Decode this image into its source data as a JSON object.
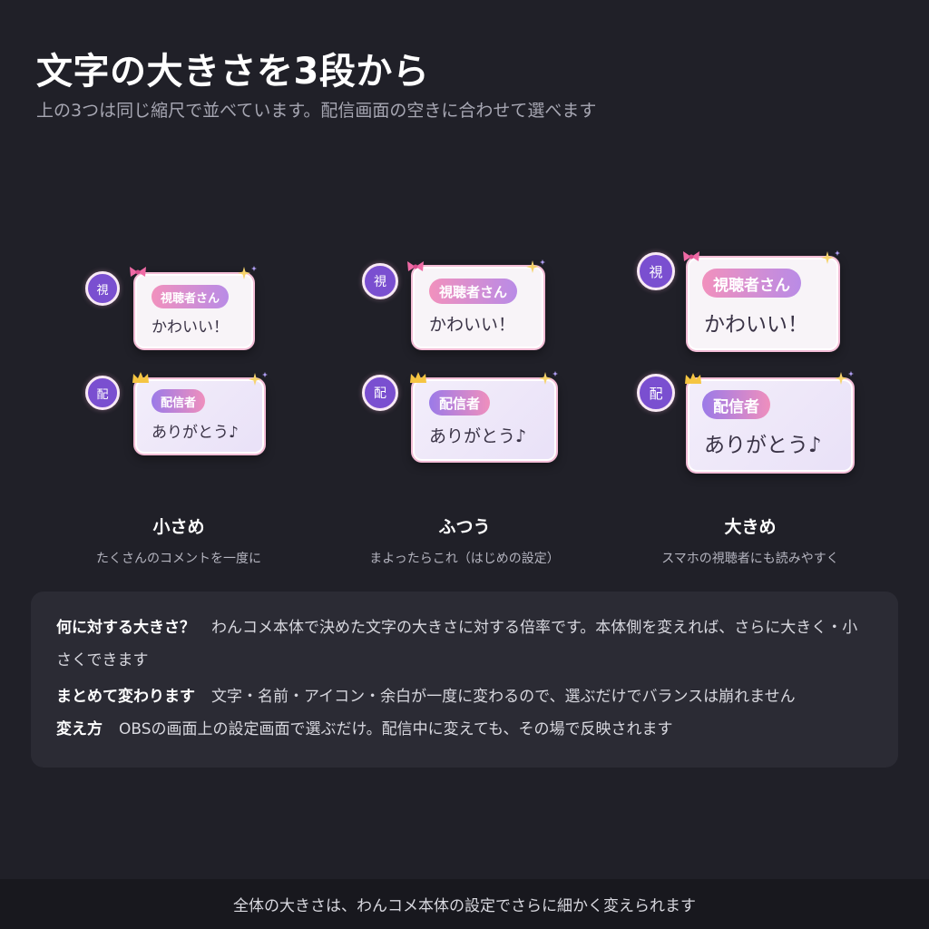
{
  "header": {
    "title": "文字の大きさを3段から",
    "subtitle": "上の3つは同じ縮尺で並べています。配信画面の空きに合わせて選べます"
  },
  "previews": [
    {
      "viewer": {
        "avatar": "視",
        "name": "視聴者さん",
        "message": "かわいい！"
      },
      "streamer": {
        "avatar": "配",
        "name": "配信者",
        "message": "ありがとう♪"
      },
      "label": "小さめ",
      "description": "たくさんのコメントを一度に"
    },
    {
      "viewer": {
        "avatar": "視",
        "name": "視聴者さん",
        "message": "かわいい！"
      },
      "streamer": {
        "avatar": "配",
        "name": "配信者",
        "message": "ありがとう♪"
      },
      "label": "ふつう",
      "description": "まよったらこれ（はじめの設定）"
    },
    {
      "viewer": {
        "avatar": "視",
        "name": "視聴者さん",
        "message": "かわいい！"
      },
      "streamer": {
        "avatar": "配",
        "name": "配信者",
        "message": "ありがとう♪"
      },
      "label": "大きめ",
      "description": "スマホの視聴者にも読みやすく"
    }
  ],
  "info": [
    {
      "term": "何に対する大きさ？",
      "text": "わんコメ本体で決めた文字の大きさに対する倍率です。本体側を変えれば、さらに大きく・小さくできます"
    },
    {
      "term": "まとめて変わります",
      "text": "文字・名前・アイコン・余白が一度に変わるので、選ぶだけでバランスは崩れません"
    },
    {
      "term": "変え方",
      "text": "OBSの画面上の設定画面で選ぶだけ。配信中に変えても、その場で反映されます"
    }
  ],
  "footer": {
    "note": "全体の大きさは、わんコメ本体の設定でさらに細かく変えられます"
  },
  "colors": {
    "background": "#202028",
    "panel": "#2b2b34",
    "footer": "#18181e",
    "avatar": "#7a4fd0",
    "bubble_border": "#f3bdd6",
    "name_pill_pink": "#f191bd",
    "name_pill_purple": "#9b7ae8",
    "crown": "#f5c542",
    "bow": "#ef6aa5"
  },
  "icons": [
    "bow-icon",
    "crown-icon",
    "sparkle-icon"
  ]
}
